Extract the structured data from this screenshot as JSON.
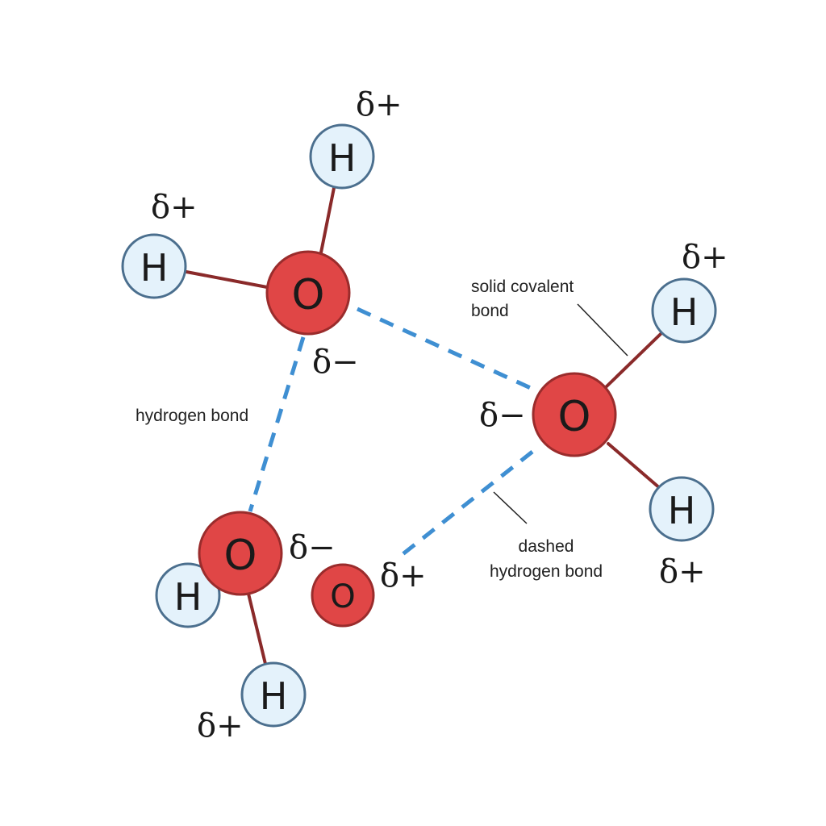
{
  "diagram": {
    "atoms": {
      "o1": "O",
      "o2": "O",
      "o3": "O",
      "o4": "O",
      "h1": "H",
      "h2": "H",
      "h3": "H",
      "h4": "H",
      "h5": "H",
      "h6": "H"
    },
    "charges": {
      "h_top": "δ+",
      "h_left": "δ+",
      "o1": "δ−",
      "h_right_top": "δ+",
      "o2": "δ−",
      "h_right_bottom": "δ+",
      "o3": "δ−",
      "o4": "δ+",
      "h_bottom": "δ+"
    },
    "annotations": {
      "solid_covalent_line1": "solid covalent",
      "solid_covalent_line2": "bond",
      "hydrogen_bond": "hydrogen bond",
      "dashed_line1": "dashed",
      "dashed_line2": "hydrogen bond"
    },
    "colors": {
      "oxygen": "#e04646",
      "hydrogen": "#e4f2fb",
      "covalent_bond": "#8a2a2a",
      "hydrogen_bond": "#3f8fd2"
    }
  }
}
